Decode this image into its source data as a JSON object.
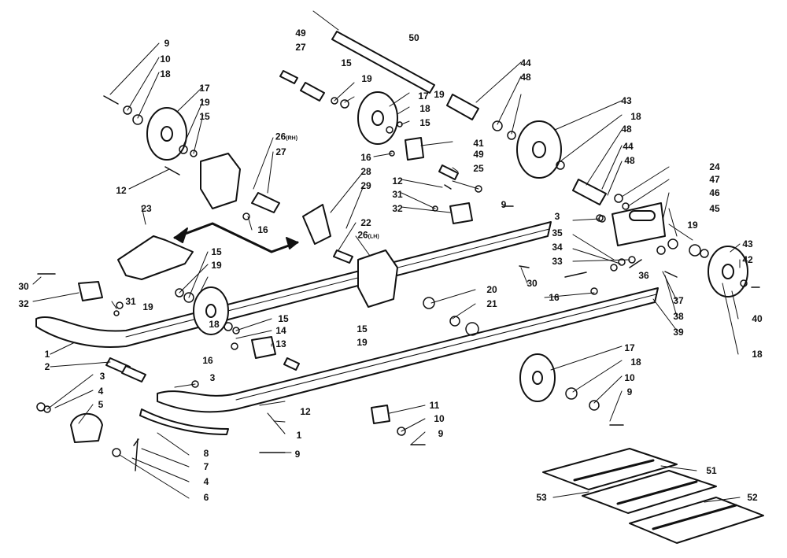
{
  "diagram": {
    "parts": [
      "9",
      "10",
      "18",
      "17",
      "19",
      "15",
      "12",
      "23",
      "30",
      "32",
      "31",
      "1",
      "2",
      "3",
      "4",
      "5",
      "8",
      "7",
      "6",
      "16",
      "14",
      "13",
      "26(RH)",
      "27",
      "28",
      "29",
      "22",
      "26(LH)",
      "49",
      "50",
      "41",
      "25",
      "20",
      "21",
      "11",
      "44",
      "48",
      "43",
      "24",
      "47",
      "46",
      "45",
      "35",
      "34",
      "33",
      "36",
      "37",
      "38",
      "39",
      "42",
      "40",
      "51",
      "52",
      "53"
    ],
    "colors": {
      "ink": "#111111",
      "paper": "#ffffff"
    }
  }
}
